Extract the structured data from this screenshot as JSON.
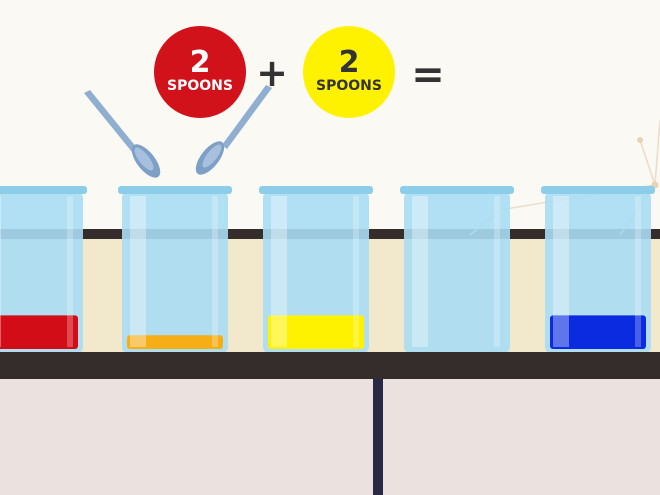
{
  "equation": {
    "term1": {
      "count": "2",
      "unit": "SPOONS",
      "color": "#d1121b",
      "text_color": "#ffffff"
    },
    "plus": "+",
    "term2": {
      "count": "2",
      "unit": "SPOONS",
      "color": "#fff200",
      "text_color": "#333333"
    },
    "equals": "="
  },
  "colors": {
    "background": "#fbf9f4",
    "wall_panel": "#f2e9cd",
    "table_top": "#352d2c",
    "table_leg": "#2b2845",
    "floor": "#ebe2e0",
    "beaker_glass": "#a9dbf3",
    "beaker_rim": "#8ccde9",
    "spoon": "#8faed0"
  },
  "beakers": [
    {
      "id": "red",
      "liquid": "#d30d18",
      "level": 0.22
    },
    {
      "id": "orange",
      "liquid": "#f6ae16",
      "level": 0.09
    },
    {
      "id": "yellow",
      "liquid": "#fff200",
      "level": 0.22
    },
    {
      "id": "empty",
      "liquid": "none",
      "level": 0
    },
    {
      "id": "blue",
      "liquid": "#0a2be0",
      "level": 0.22
    }
  ]
}
